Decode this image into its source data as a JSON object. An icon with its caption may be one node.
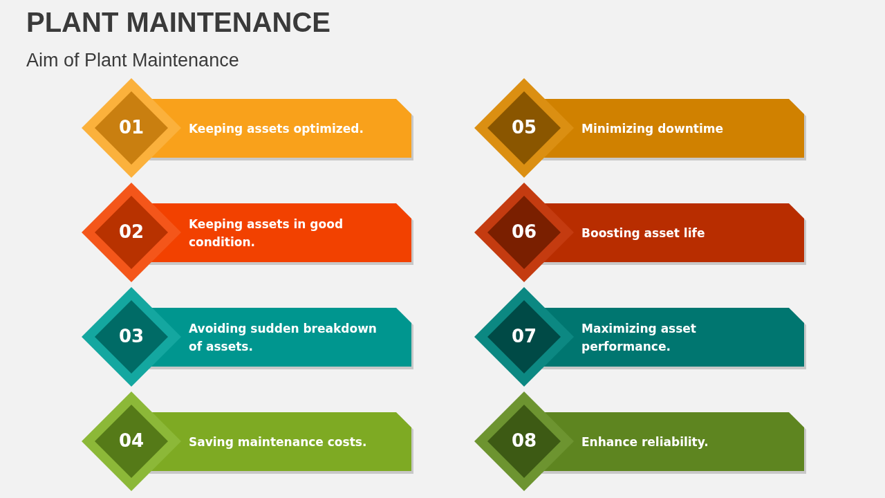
{
  "diagram": {
    "title": "PLANT MAINTENANCE",
    "caption": "Aim of Plant Maintenance",
    "nodes": [
      {
        "text": [
          "01"
        ]
      },
      {
        "text": [
          "Keeping assets optimized."
        ]
      },
      {
        "text": [
          "02"
        ]
      },
      {
        "text": [
          "Keeping assets in good condition."
        ]
      },
      {
        "text": [
          "03"
        ]
      },
      {
        "text": [
          "Avoiding sudden breakdown of assets."
        ]
      },
      {
        "text": [
          "04"
        ]
      },
      {
        "text": [
          "Saving maintenance costs."
        ]
      },
      {
        "text": [
          "05"
        ]
      },
      {
        "text": [
          "Minimizing downtime"
        ]
      },
      {
        "text": [
          "06"
        ]
      },
      {
        "text": [
          "Boosting asset life"
        ]
      },
      {
        "text": [
          "07"
        ]
      },
      {
        "text": [
          "Maximizing asset performance."
        ]
      },
      {
        "text": [
          "08"
        ]
      },
      {
        "text": [
          "Enhance reliability."
        ]
      }
    ],
    "edges": []
  }
}
